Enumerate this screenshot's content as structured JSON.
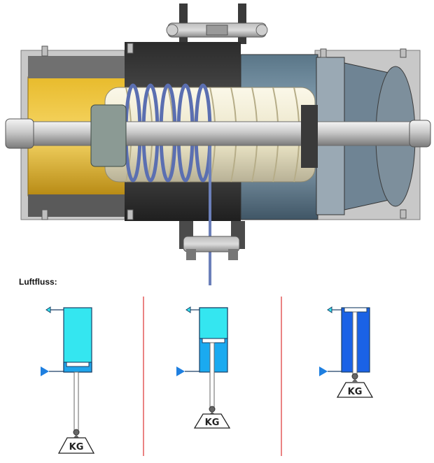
{
  "caption": "Luftfluss:",
  "weight_label": "KG",
  "colors": {
    "cylinder_light": "#34e6f0",
    "cylinder_mid": "#1aaaf0",
    "cylinder_dark": "#1a62e6",
    "divider": "#e35a5a",
    "arrow": "#1e7fe0"
  },
  "panels": [
    {
      "id": "panel-1",
      "piston_state": "retracted-top-chamber-filled"
    },
    {
      "id": "panel-2",
      "piston_state": "mid-stroke"
    },
    {
      "id": "panel-3",
      "piston_state": "extended-load-lifted"
    }
  ]
}
